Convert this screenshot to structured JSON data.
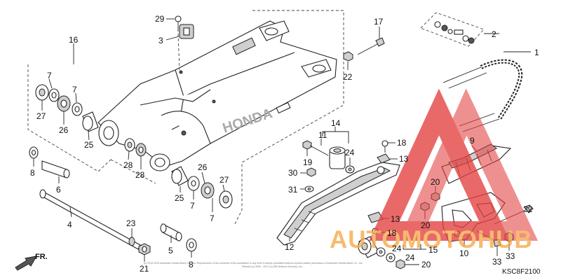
{
  "diagram": {
    "catalog_code": "KSC8F2100",
    "front_label": "FR.",
    "copyright_line1": "(c) 2012-2019 American Honda Motor Co., Inc. Reproduction of the contents of this publication in any form is strictly prohibited without express written permission of American Honda Motor Co., Inc.",
    "copyright_line2": "Revised (c) 2000 - 2017 (c) ARI Network Services, Inc.",
    "watermark_text": "AUTOMOTOHUB",
    "colors": {
      "watermark_red": "#e34040",
      "watermark_orange": "#f5a947",
      "line": "#222222"
    },
    "callouts": [
      {
        "id": "c1",
        "label": "1"
      },
      {
        "id": "c2",
        "label": "2"
      },
      {
        "id": "c3",
        "label": "3"
      },
      {
        "id": "c4",
        "label": "4"
      },
      {
        "id": "c5",
        "label": "5"
      },
      {
        "id": "c6",
        "label": "6"
      },
      {
        "id": "c7a",
        "label": "7"
      },
      {
        "id": "c7b",
        "label": "7"
      },
      {
        "id": "c7c",
        "label": "7"
      },
      {
        "id": "c7d",
        "label": "7"
      },
      {
        "id": "c8a",
        "label": "8"
      },
      {
        "id": "c8b",
        "label": "8"
      },
      {
        "id": "c9",
        "label": "9"
      },
      {
        "id": "c10",
        "label": "10"
      },
      {
        "id": "c11",
        "label": "11"
      },
      {
        "id": "c12",
        "label": "12"
      },
      {
        "id": "c13a",
        "label": "13"
      },
      {
        "id": "c13b",
        "label": "13"
      },
      {
        "id": "c14",
        "label": "14"
      },
      {
        "id": "c15",
        "label": "15"
      },
      {
        "id": "c16",
        "label": "16"
      },
      {
        "id": "c17",
        "label": "17"
      },
      {
        "id": "c18a",
        "label": "18"
      },
      {
        "id": "c18b",
        "label": "18"
      },
      {
        "id": "c19",
        "label": "19"
      },
      {
        "id": "c20a",
        "label": "20"
      },
      {
        "id": "c20b",
        "label": "20"
      },
      {
        "id": "c20c",
        "label": "20"
      },
      {
        "id": "c21",
        "label": "21"
      },
      {
        "id": "c22",
        "label": "22"
      },
      {
        "id": "c23",
        "label": "23"
      },
      {
        "id": "c24a",
        "label": "24"
      },
      {
        "id": "c24b",
        "label": "24"
      },
      {
        "id": "c24c",
        "label": "24"
      },
      {
        "id": "c25a",
        "label": "25"
      },
      {
        "id": "c25b",
        "label": "25"
      },
      {
        "id": "c26a",
        "label": "26"
      },
      {
        "id": "c26b",
        "label": "26"
      },
      {
        "id": "c27a",
        "label": "27"
      },
      {
        "id": "c27b",
        "label": "27"
      },
      {
        "id": "c28a",
        "label": "28"
      },
      {
        "id": "c28b",
        "label": "28"
      },
      {
        "id": "c29",
        "label": "29"
      },
      {
        "id": "c30",
        "label": "30"
      },
      {
        "id": "c31",
        "label": "31"
      },
      {
        "id": "c32",
        "label": "32"
      },
      {
        "id": "c33a",
        "label": "33"
      },
      {
        "id": "c33b",
        "label": "33"
      }
    ]
  }
}
